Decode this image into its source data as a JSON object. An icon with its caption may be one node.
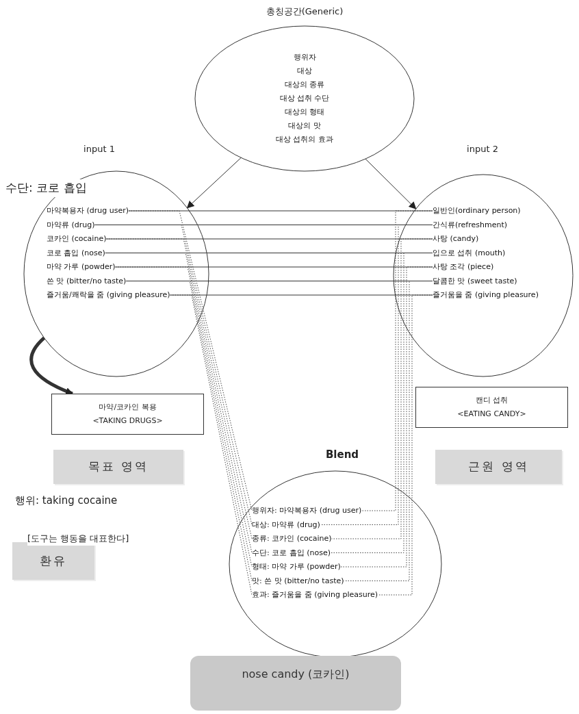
{
  "diagram": {
    "nodes": [
      {
        "text": [
          "총칭공간(Generic)",
          "행위자",
          "대상",
          "대상의 종류",
          "대상 섭취 수단",
          "대상의 형태",
          "대상의 맛",
          "대상 섭취의 효과"
        ]
      },
      {
        "text": [
          "input 1"
        ]
      },
      {
        "text": [
          "마약복용자 (drug user)"
        ],
        "in": 1
      },
      {
        "text": [
          "마약류 (drug)"
        ],
        "in": 1
      },
      {
        "text": [
          "코카인 (cocaine)"
        ],
        "in": 1
      },
      {
        "text": [
          "코로 흡입 (nose)"
        ],
        "in": 1
      },
      {
        "text": [
          "마약 가루 (powder)"
        ],
        "in": 1
      },
      {
        "text": [
          "쓴 맛 (bitter/no taste)"
        ],
        "in": 1
      },
      {
        "text": [
          "즐거움/쾌락을 줌 (giving pleasure)"
        ],
        "in": 1
      },
      {
        "text": [
          "input 2"
        ]
      },
      {
        "text": [
          "일반인(ordinary person)"
        ],
        "in": 9
      },
      {
        "text": [
          "간식류(refreshment)"
        ],
        "in": 9
      },
      {
        "text": [
          "사탕 (candy)"
        ],
        "in": 9
      },
      {
        "text": [
          "입으로 섭취 (mouth)"
        ],
        "in": 9
      },
      {
        "text": [
          "사탕 조각 (piece)"
        ],
        "in": 9
      },
      {
        "text": [
          "달콤한 맛 (sweet taste)"
        ],
        "in": 9
      },
      {
        "text": [
          "즐거움을 줌 (giving pleasure)"
        ],
        "in": 9
      },
      {
        "text": [
          "Blend"
        ]
      },
      {
        "text": [
          "행위자: 마약복용자 (drug user)"
        ],
        "in": 17
      },
      {
        "text": [
          "대상: 마약류 (drug)"
        ],
        "in": 17
      },
      {
        "text": [
          "종류: 코카인 (cocaine)"
        ],
        "in": 17
      },
      {
        "text": [
          "수단: 코로 흡입 (nose)"
        ],
        "in": 17
      },
      {
        "text": [
          "형태: 마약 가루 (powder)"
        ],
        "in": 17
      },
      {
        "text": [
          "맛: 쓴 맛 (bitter/no taste)"
        ],
        "in": 17
      },
      {
        "text": [
          "효과: 즐거움을 줌 (giving pleasure)"
        ],
        "in": 17
      },
      {
        "text": [
          "마약/코카인 복용",
          "<TAKING DRUGS>"
        ]
      },
      {
        "text": [
          "캔디 섭취",
          "<EATING CANDY>"
        ]
      },
      {
        "text": [
          "목표 영역"
        ]
      },
      {
        "text": [
          "근원 영역"
        ]
      },
      {
        "text": [
          "환유"
        ]
      },
      {
        "text": [
          "nose candy (코카인)"
        ]
      }
    ],
    "edges": [
      {
        "from": 0,
        "to": 1,
        "arrow": "to"
      },
      {
        "from": 0,
        "to": 9,
        "arrow": "to"
      },
      {
        "from": 2,
        "to": 10,
        "arrow": "none"
      },
      {
        "from": 3,
        "to": 11,
        "arrow": "none"
      },
      {
        "from": 4,
        "to": 12,
        "arrow": "none"
      },
      {
        "from": 5,
        "to": 13,
        "arrow": "none"
      },
      {
        "from": 6,
        "to": 14,
        "arrow": "none"
      },
      {
        "from": 7,
        "to": 15,
        "arrow": "none"
      },
      {
        "from": 8,
        "to": 16,
        "arrow": "none"
      },
      {
        "from": 2,
        "to": 18,
        "arrow": "none",
        "style": "dashed"
      },
      {
        "from": 3,
        "to": 19,
        "arrow": "none",
        "style": "dashed"
      },
      {
        "from": 4,
        "to": 20,
        "arrow": "none",
        "style": "dashed"
      },
      {
        "from": 5,
        "to": 21,
        "arrow": "none",
        "style": "dashed"
      },
      {
        "from": 6,
        "to": 22,
        "arrow": "none",
        "style": "dashed"
      },
      {
        "from": 7,
        "to": 23,
        "arrow": "none",
        "style": "dashed"
      },
      {
        "from": 8,
        "to": 24,
        "arrow": "none",
        "style": "dashed"
      },
      {
        "from": 10,
        "to": 18,
        "arrow": "none",
        "style": "dashed"
      },
      {
        "from": 11,
        "to": 19,
        "arrow": "none",
        "style": "dashed"
      },
      {
        "from": 12,
        "to": 20,
        "arrow": "none",
        "style": "dashed"
      },
      {
        "from": 13,
        "to": 21,
        "arrow": "none",
        "style": "dashed"
      },
      {
        "from": 14,
        "to": 22,
        "arrow": "none",
        "style": "dashed"
      },
      {
        "from": 15,
        "to": 23,
        "arrow": "none",
        "style": "dashed"
      },
      {
        "from": 16,
        "to": 24,
        "arrow": "none",
        "style": "dashed"
      },
      {
        "from": 1,
        "to": 25,
        "arrow": "to",
        "style": "thick"
      }
    ],
    "labels": [
      "수단: 코로 흡입",
      "행위: taking cocaine",
      "[도구는 행동을 대표한다]"
    ]
  }
}
